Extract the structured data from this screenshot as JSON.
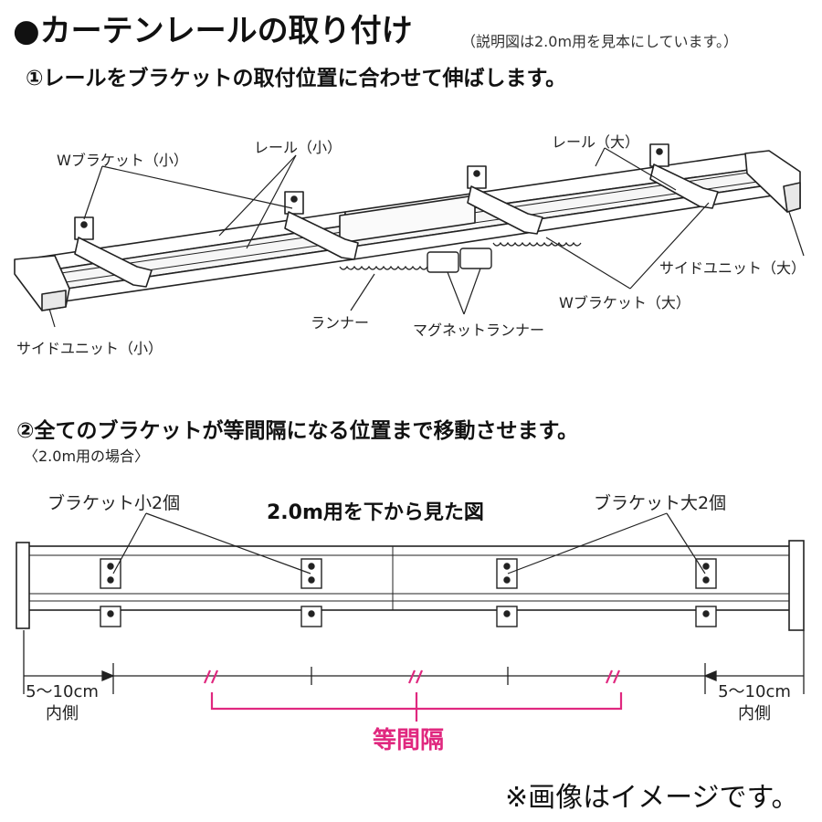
{
  "header": {
    "title": "●カーテンレールの取り付け",
    "note": "（説明図は2.0m用を見本にしています。）"
  },
  "step1": {
    "heading": "①レールをブラケットの取付位置に合わせて伸ばします。",
    "labels": {
      "w_bracket_small": "Wブラケット（小）",
      "rail_small": "レール（小）",
      "rail_large": "レール（大）",
      "side_unit_large": "サイドユニット（大）",
      "w_bracket_large": "Wブラケット（大）",
      "runner": "ランナー",
      "magnet_runner": "マグネットランナー",
      "side_unit_small": "サイドユニット（小）"
    }
  },
  "step2": {
    "heading": "②全てのブラケットが等間隔になる位置まで移動させます。",
    "subheading": "〈2.0m用の場合〉",
    "view_title": "2.0m用を下から見た図",
    "bracket_small_label": "ブラケット小2個",
    "bracket_large_label": "ブラケット大2個",
    "left_gap_value": "5～10cm",
    "left_gap_side": "内側",
    "right_gap_value": "5～10cm",
    "right_gap_side": "内側",
    "equal_spacing": "等間隔",
    "accent_color": "#e0287f"
  },
  "footer": {
    "disclaimer": "※画像はイメージです。"
  }
}
